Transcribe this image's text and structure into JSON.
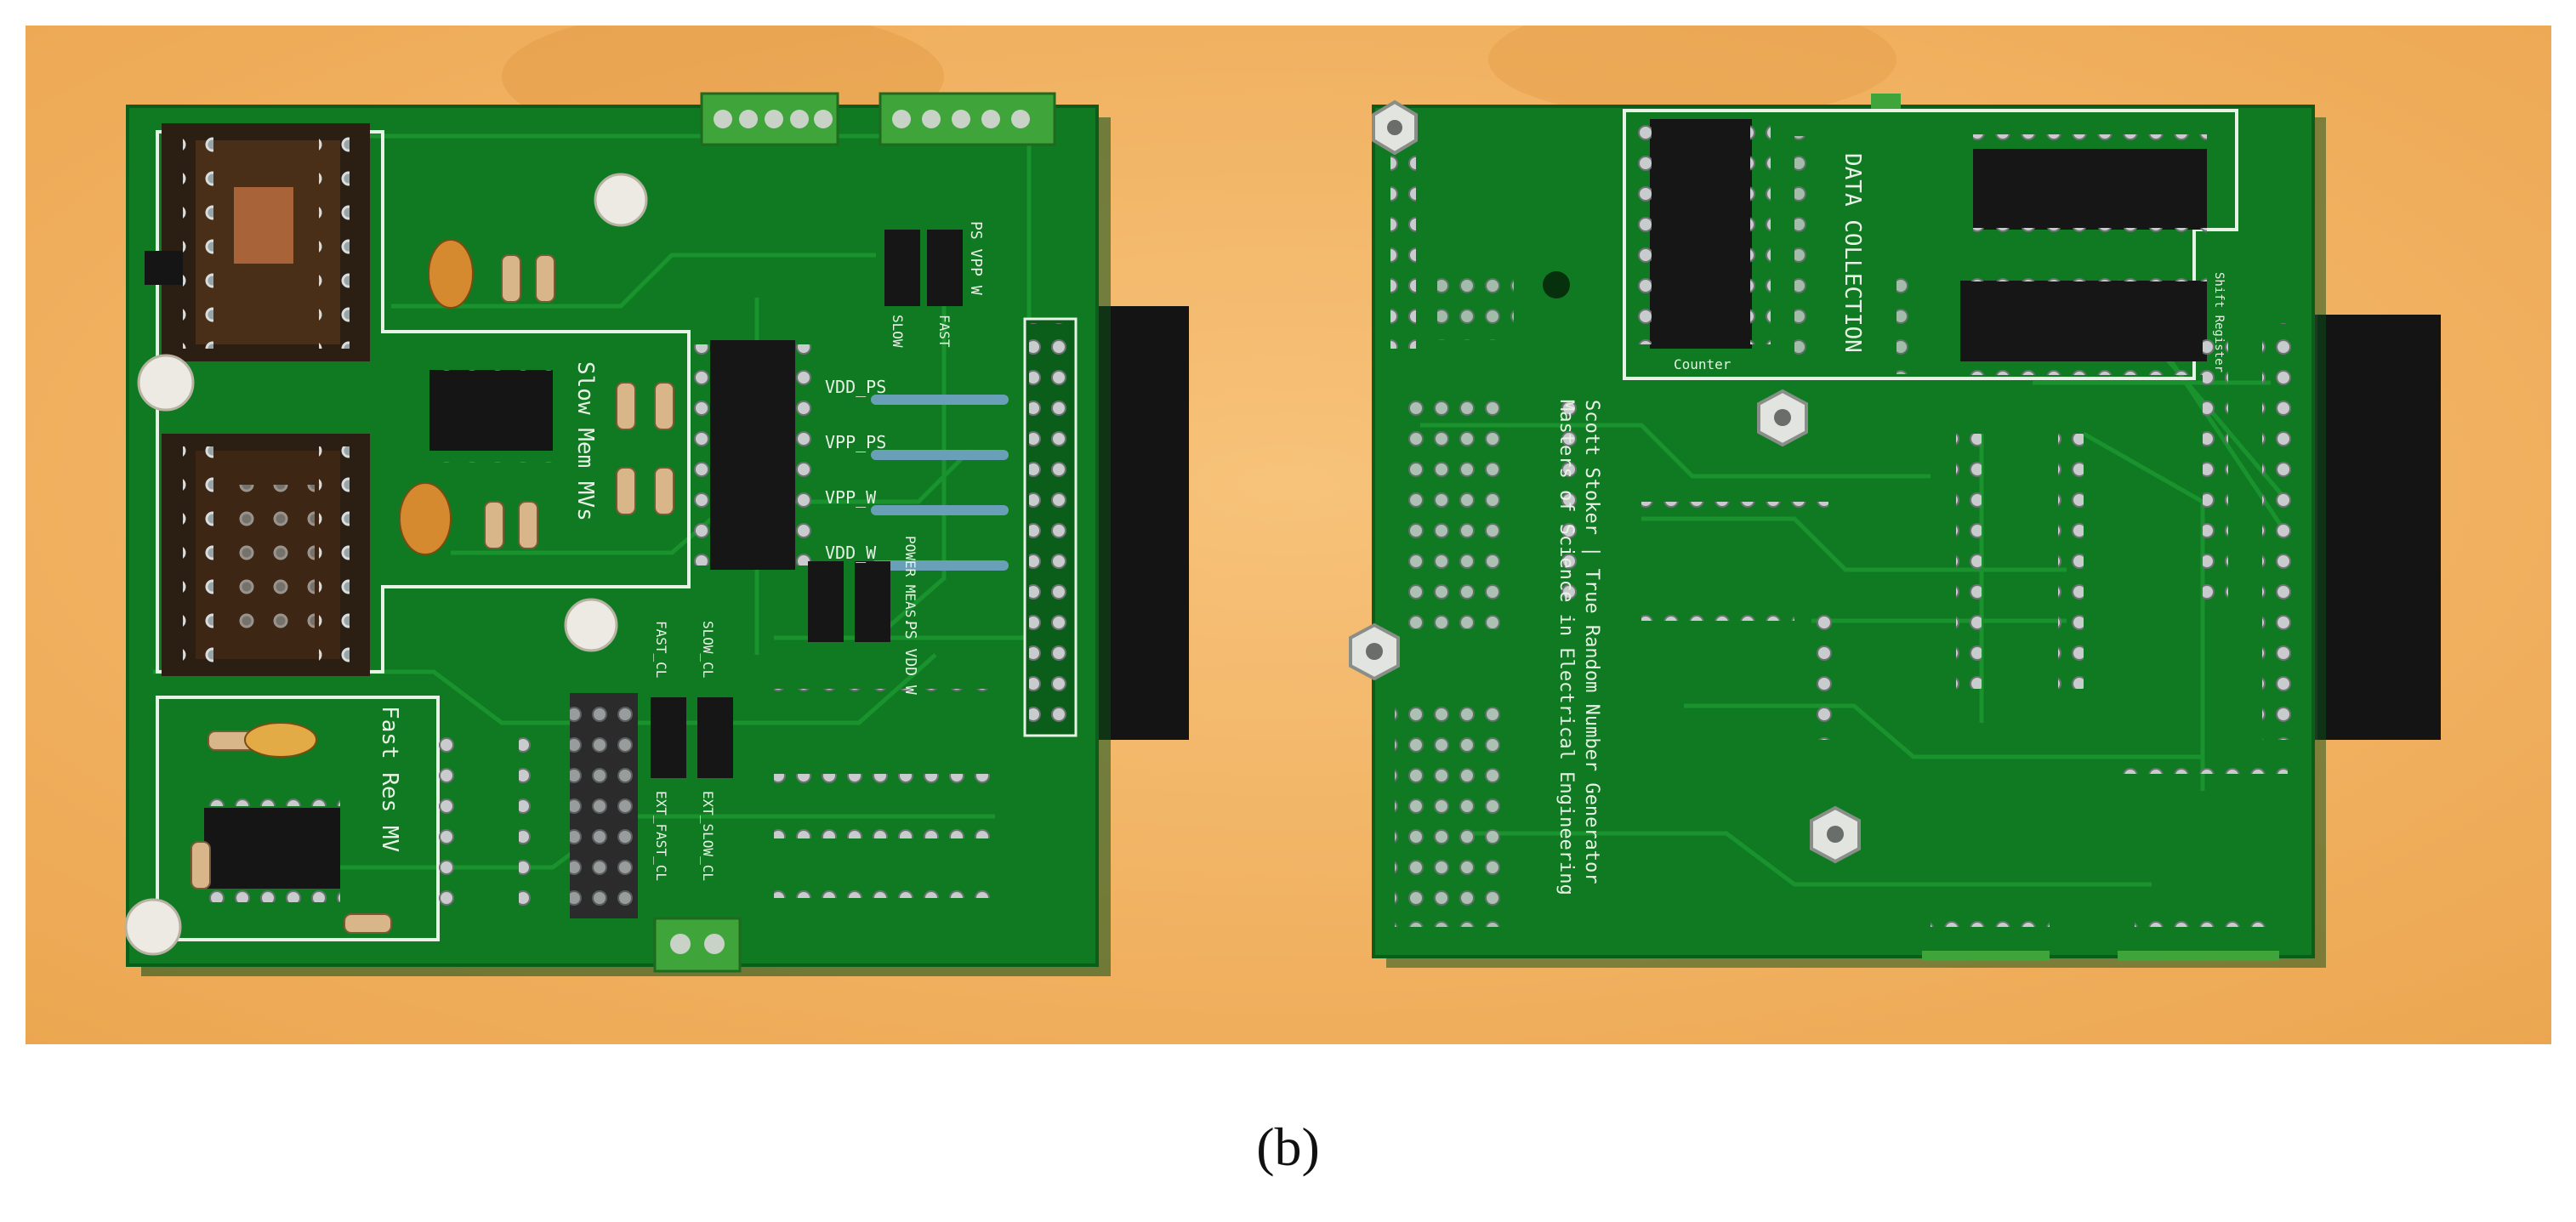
{
  "caption": "(b)",
  "colors": {
    "background": "#f5b765",
    "pcb": "#0f7a22",
    "silkscreen": "#e9f2e6",
    "connector": "#111111",
    "terminal_block": "#3fa53a"
  },
  "left_board": {
    "silkscreen": {
      "slow_mem": "Slow Mem MVs",
      "fast_res": "Fast Res MV",
      "vdd_ps": "VDD_PS",
      "vpp_ps": "VPP_PS",
      "vpp_w": "VPP_W",
      "vdd_w": "VDD_W",
      "slow": "SLOW",
      "fast": "FAST",
      "ps_vpp_w": "PS VPP W",
      "ps_vdd_w": "PS VDD W",
      "power_meas": "POWER MEAS.",
      "fast_cl": "FAST_CL",
      "slow_cl": "SLOW_CL",
      "ext_slow_cl": "EXT_SLOW_CL",
      "ext_fast_cl": "EXT_FAST_CL"
    }
  },
  "right_board": {
    "silkscreen": {
      "data_collection": "DATA COLLECTION",
      "counter": "Counter",
      "shift_register": "Shift Register",
      "credit_line_1": "Scott Stoker | True Random Number Generator",
      "credit_line_2": "Masters of Science in Electrical Engineering"
    }
  }
}
